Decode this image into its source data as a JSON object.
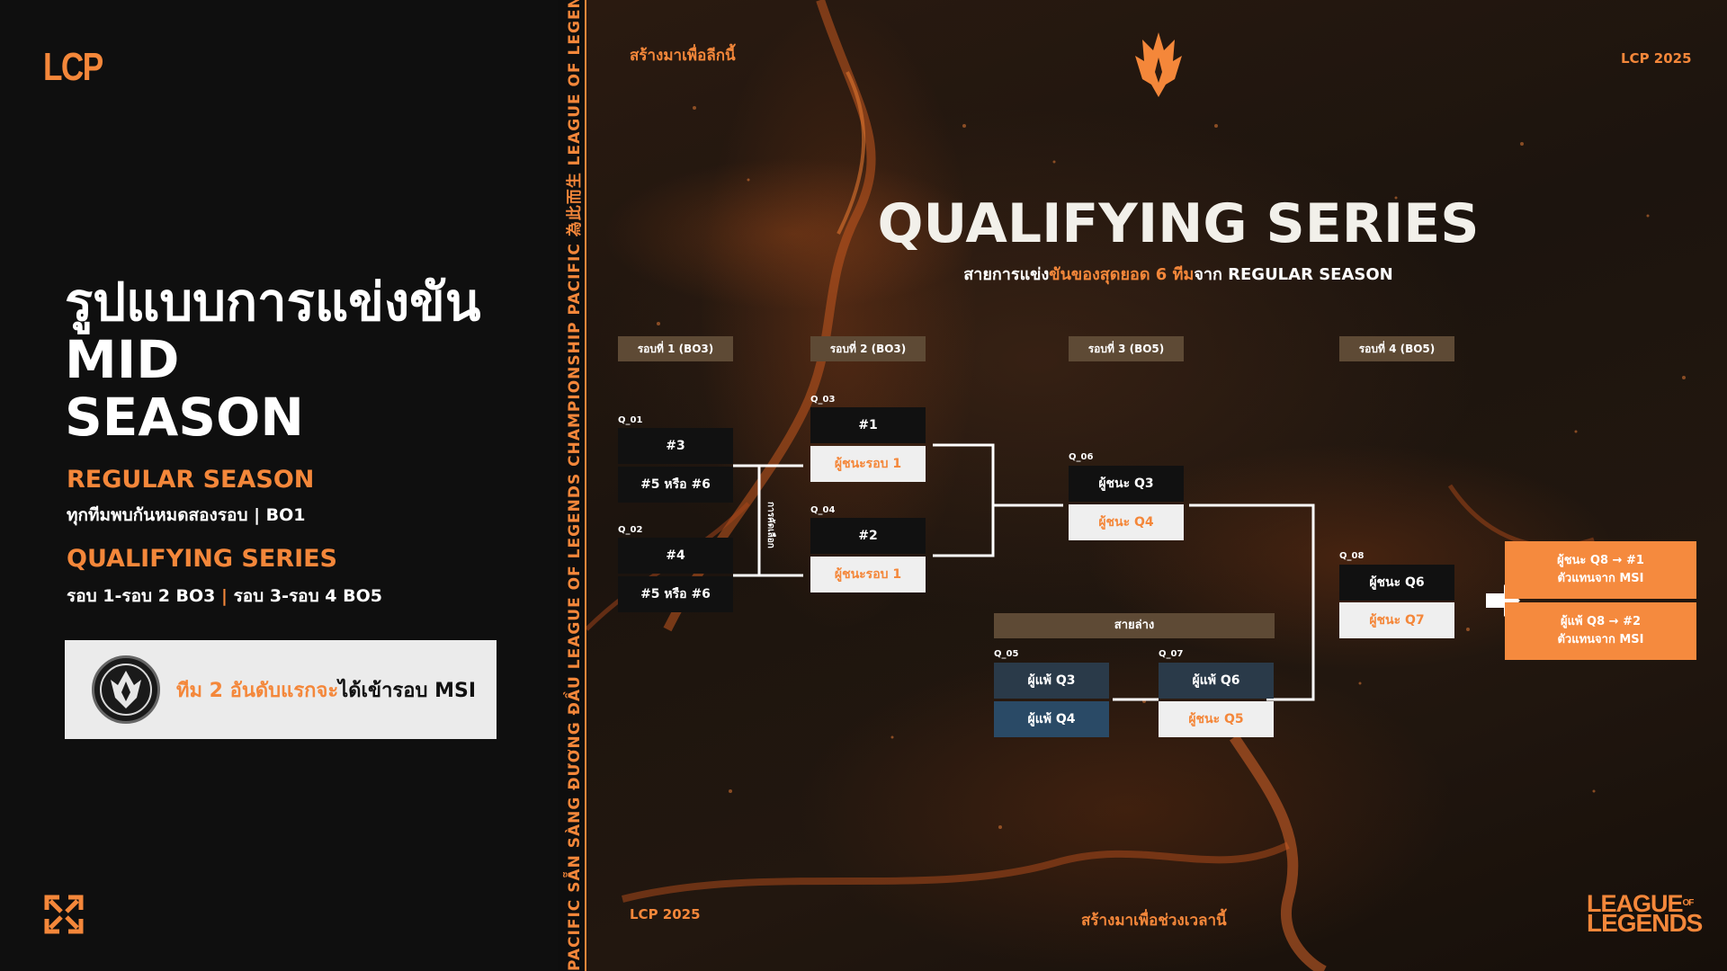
{
  "left": {
    "brand": "LCP",
    "title_lines": [
      "รูปแบบการแข่งขัน",
      "MID",
      "SEASON"
    ],
    "regular_season": {
      "heading": "REGULAR SEASON",
      "detail": "ทุกทีมพบกันหมดสองรอบ | BO1"
    },
    "qualifying": {
      "heading": "QUALIFYING SERIES",
      "detail_a": "รอบ 1-รอบ 2 BO3",
      "detail_sep": " | ",
      "detail_b": "รอบ 3-รอบ 4 BO5"
    },
    "msi_note": {
      "part_orange": "ทีม 2 อันดับแรกจะ",
      "part_dark": "ได้เข้ารอบ MSI"
    }
  },
  "strip_text": "PACIFIC  SẴN SÀNG ĐƯƠNG ĐẦU  LEAGUE OF LEGENDS CHAMPIONSHIP PACIFIC  為此而生  LEAGUE OF LEGENDS CHAMPIONSHIP",
  "right": {
    "top_left": "สร้างมาเพื่อลีกนี้",
    "top_right": "LCP 2025",
    "bottom_left": "LCP 2025",
    "bottom_center": "สร้างมาเพื่อช่วงเวลานี้",
    "title": "QUALIFYING SERIES",
    "subtitle": {
      "a": "สายการแข่ง",
      "b": "ขันของสุดยอด 6 ทีม",
      "c": "จาก REGULAR SEASON"
    },
    "rounds": [
      "รอบที่ 1 (BO3)",
      "รอบที่ 2 (BO3)",
      "รอบที่ 3 (BO5)",
      "รอบที่ 4 (BO5)"
    ],
    "random_label": "การคัดเลือก",
    "lower_bracket": "สายล่าง",
    "matches": {
      "q01": {
        "id": "Q_01",
        "top": "#3",
        "bottom": "#5 หรือ #6"
      },
      "q02": {
        "id": "Q_02",
        "top": "#4",
        "bottom": "#5 หรือ #6"
      },
      "q03": {
        "id": "Q_03",
        "top": "#1",
        "bottom": "ผู้ชนะรอบ 1"
      },
      "q04": {
        "id": "Q_04",
        "top": "#2",
        "bottom": "ผู้ชนะรอบ 1"
      },
      "q05": {
        "id": "Q_05",
        "top": "ผู้แพ้ Q3",
        "bottom": "ผู้แพ้ Q4"
      },
      "q06": {
        "id": "Q_06",
        "top": "ผู้ชนะ Q3",
        "bottom": "ผู้ชนะ Q4"
      },
      "q07": {
        "id": "Q_07",
        "top": "ผู้แพ้ Q6",
        "bottom": "ผู้ชนะ Q5"
      },
      "q08": {
        "id": "Q_08",
        "top": "ผู้ชนะ Q6",
        "bottom": "ผู้ชนะ Q7"
      }
    },
    "finals": [
      {
        "line1": "ผู้ชนะ Q8 → #1",
        "line2": "ตัวแทนจาก MSI"
      },
      {
        "line1": "ผู้แพ้ Q8 → #2",
        "line2": "ตัวแทนจาก MSI"
      }
    ],
    "logo": {
      "line1": "LEAGUE",
      "of": "OF",
      "line2": "LEGENDS"
    }
  },
  "colors": {
    "accent": "#f4873a",
    "panel": "#0f0f0f",
    "label_bg": "#5e4a35",
    "lower_blue": "#2a4a66"
  },
  "icons": [
    "expand-icon",
    "crown-icon",
    "msi-emblem-icon",
    "arrow-right-icon"
  ]
}
